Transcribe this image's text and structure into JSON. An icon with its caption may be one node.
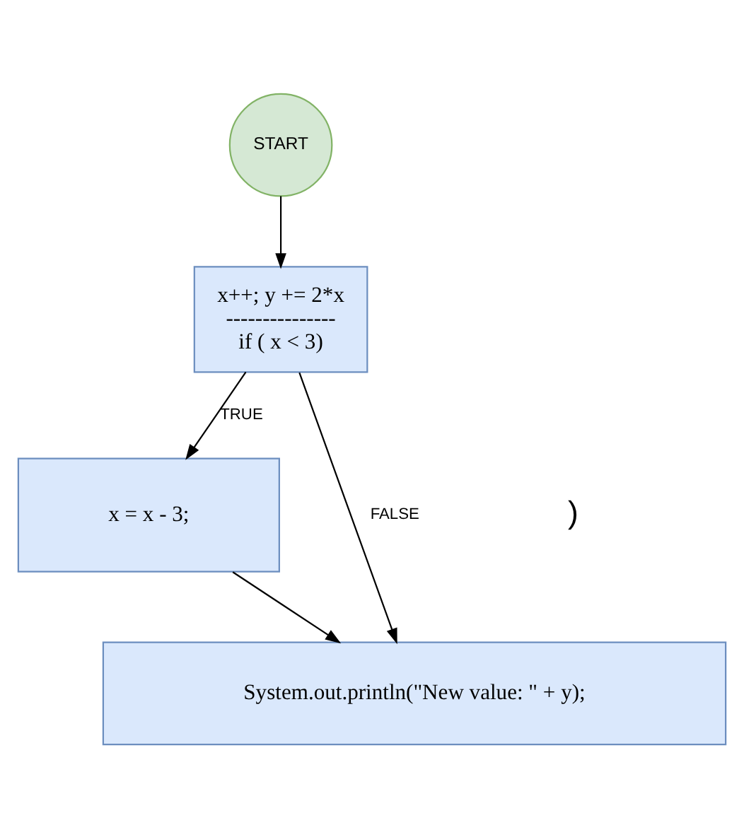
{
  "diagram": {
    "nodes": [
      {
        "text": [
          "START"
        ]
      },
      {
        "text": [
          "x++; y += 2*x",
          "---------------",
          "if ( x < 3)"
        ]
      },
      {
        "text": [
          "x = x - 3;"
        ]
      },
      {
        "text": [
          "System.out.println(\"New value: \" + y);"
        ]
      }
    ],
    "edges": [
      {
        "from": 0,
        "to": 1,
        "arrow": "to"
      },
      {
        "from": 1,
        "to": 2,
        "arrow": "to",
        "label": "TRUE"
      },
      {
        "from": 1,
        "to": 3,
        "arrow": "to",
        "label": "FALSE"
      },
      {
        "from": 2,
        "to": 3,
        "arrow": "to"
      }
    ],
    "labels": [
      ")"
    ]
  }
}
